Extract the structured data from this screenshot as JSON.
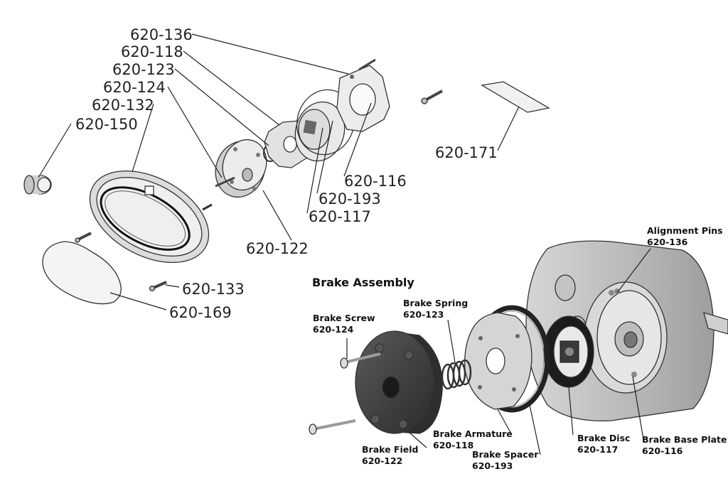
{
  "exploded_view": {
    "labels": {
      "p136": "620-136",
      "p118": "620-118",
      "p123": "620-123",
      "p124": "620-124",
      "p132": "620-132",
      "p150": "620-150",
      "p171": "620-171",
      "p116": "620-116",
      "p193": "620-193",
      "p117": "620-117",
      "p122": "620-122",
      "p133": "620-133",
      "p169": "620-169"
    }
  },
  "brake_assembly": {
    "title": "Brake Assembly",
    "callouts": {
      "alignment_pins": {
        "name": "Alignment Pins",
        "part": "620-136"
      },
      "brake_screw": {
        "name": "Brake Screw",
        "part": "620-124"
      },
      "brake_spring": {
        "name": "Brake Spring",
        "part": "620-123"
      },
      "brake_field": {
        "name": "Brake Field",
        "part": "620-122"
      },
      "brake_armature": {
        "name": "Brake Armature",
        "part": "620-118"
      },
      "brake_spacer": {
        "name": "Brake Spacer",
        "part": "620-193"
      },
      "brake_disc": {
        "name": "Brake Disc",
        "part": "620-117"
      },
      "brake_base_plate": {
        "name": "Brake Base Plate",
        "part": "620-116"
      }
    }
  }
}
